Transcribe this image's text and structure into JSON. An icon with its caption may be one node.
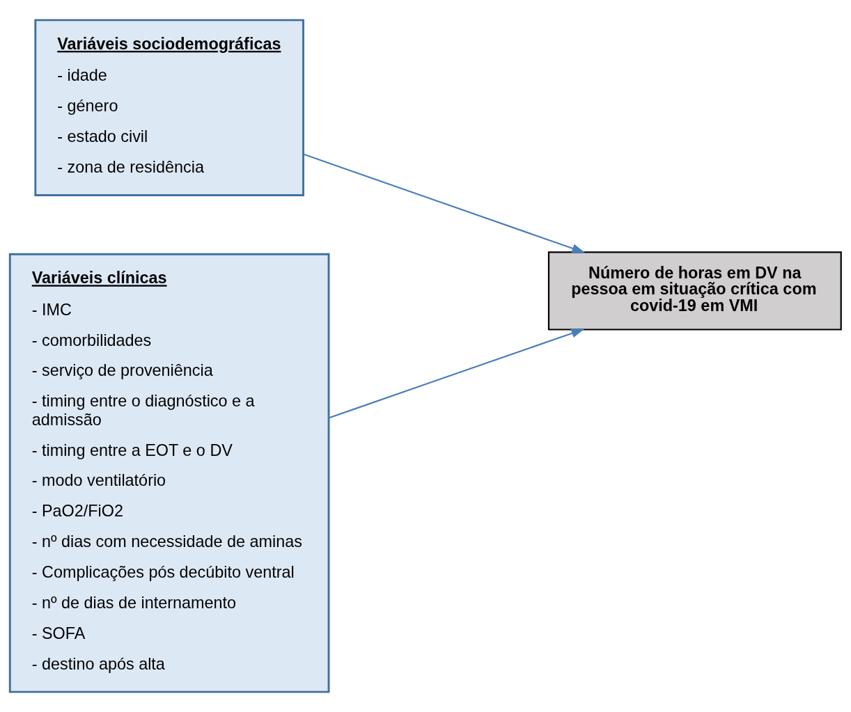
{
  "diagram": {
    "nodes": [
      {
        "text": [
          "Variáveis sociodemográficas",
          "- idade",
          "- género",
          "- estado civil",
          "- zona de residência"
        ]
      },
      {
        "text": [
          "Variáveis clínicas",
          "- IMC",
          "- comorbilidades",
          "- serviço de proveniência",
          "- timing entre o diagnóstico e a admissão",
          "- timing entre a EOT e o DV",
          "- modo ventilatório",
          "- PaO2/FiO2",
          "- nº dias com necessidade de aminas",
          "- Complicações pós decúbito ventral",
          "- nº de dias de internamento",
          "- SOFA",
          "- destino após alta"
        ]
      },
      {
        "text": [
          "Número de horas em DV na pessoa em situação crítica com covid-19 em VMI"
        ]
      }
    ],
    "edges": [
      {
        "from": 0,
        "to": 2,
        "arrow": "to"
      },
      {
        "from": 1,
        "to": 2,
        "arrow": "to"
      }
    ]
  }
}
